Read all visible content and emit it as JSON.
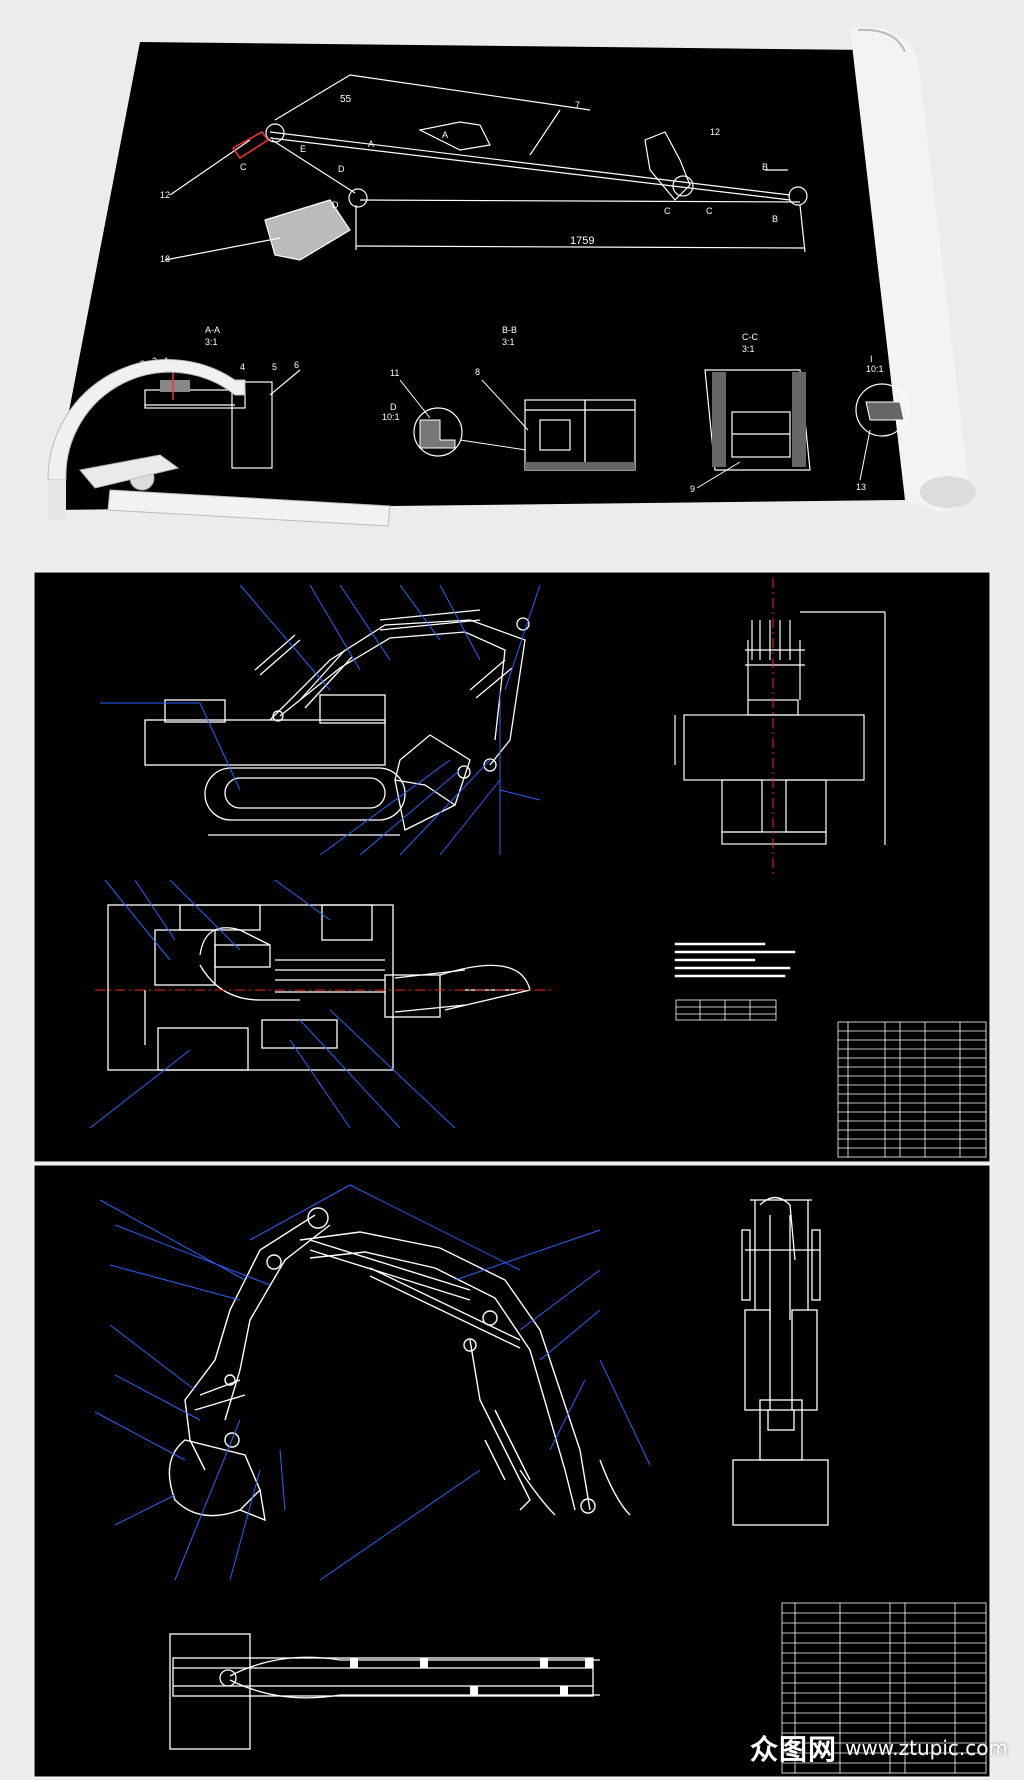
{
  "sheet1": {
    "dim_top": "55",
    "dim_long": "1759",
    "labels": {
      "n7": "7",
      "n12a": "12",
      "n12b": "12",
      "n8": "18",
      "A1": "A",
      "A2": "A",
      "B1": "B",
      "B2": "B",
      "C1": "C",
      "C2": "C",
      "D1": "D",
      "D2": "D",
      "E": "E",
      "C3": "C"
    },
    "sections": {
      "aa_title": "A-A",
      "aa_scale": "3:1",
      "bb_title": "B-B",
      "bb_scale": "3:1",
      "cc_title": "C-C",
      "cc_scale": "3:1",
      "d_title": "D",
      "d_scale": "10:1",
      "i_title": "I",
      "i_scale": "10:1"
    },
    "callouts": [
      "3",
      "2",
      "1",
      "4",
      "5",
      "6",
      "11",
      "8",
      "9",
      "13"
    ]
  },
  "watermark": {
    "logo": "众图网",
    "url": "www.ztupic.com"
  },
  "colors": {
    "background": "#ececec",
    "sheet": "#000000",
    "line_white": "#ffffff",
    "leader_blue": "#2a62ff",
    "center_red": "#ff2020",
    "protractor": "#f2f2f2"
  }
}
